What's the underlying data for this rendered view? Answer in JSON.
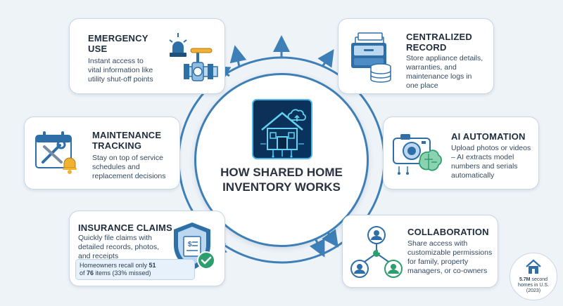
{
  "center": {
    "title_line1": "HOW SHARED HOME",
    "title_line2": "INVENTORY WORKS"
  },
  "cards": {
    "emergency": {
      "title_line1": "EMERGENCY",
      "title_line2": "USE",
      "desc_line1": "Instant access to",
      "desc_line2": "vital information like",
      "desc_line3": "utility shut-off points"
    },
    "centralized": {
      "title_line1": "CENTRALIZED",
      "title_line2": "RECORD",
      "desc_line1": "Store appliance details,",
      "desc_line2": "warranties, and",
      "desc_line3": "maintenance logs in",
      "desc_line4": "one place"
    },
    "maintenance": {
      "title_line1": "MAINTENANCE",
      "title_line2": "TRACKING",
      "desc_line1": "Stay on top of service",
      "desc_line2": "schedules and",
      "desc_line3": "replacement decisions"
    },
    "ai": {
      "title_line1": "AI AUTOMATION",
      "desc_line1": "Upload photos or videos",
      "desc_line2": "– AI extracts model",
      "desc_line3": "numbers and serials",
      "desc_line4": "automatically"
    },
    "insurance": {
      "title_line1": "INSURANCE CLAIMS",
      "desc_line1": "Quickly file claims with",
      "desc_line2": "detailed records, photos,",
      "desc_line3": "and receipts",
      "stat_pre": "Homeowners recall only ",
      "stat_b1": "51",
      "stat_mid": "of ",
      "stat_b2": "76",
      "stat_post": " items (33% missed)"
    },
    "collaboration": {
      "title_line1": "COLLABORATION",
      "desc_line1": "Share access with",
      "desc_line2": "customizable permissions",
      "desc_line3": "for family, property",
      "desc_line4": "managers, or co-owners"
    }
  },
  "badge": {
    "stat_bold": "5.7M",
    "stat_rest": " second",
    "line2": "homes in U.S.",
    "line3": "(2023)"
  },
  "colors": {
    "ring": "#3d7fb6",
    "icon_blue": "#2f6fa8",
    "icon_light": "#bcd8f0",
    "green": "#2f9e6e",
    "orange": "#f1b233"
  }
}
